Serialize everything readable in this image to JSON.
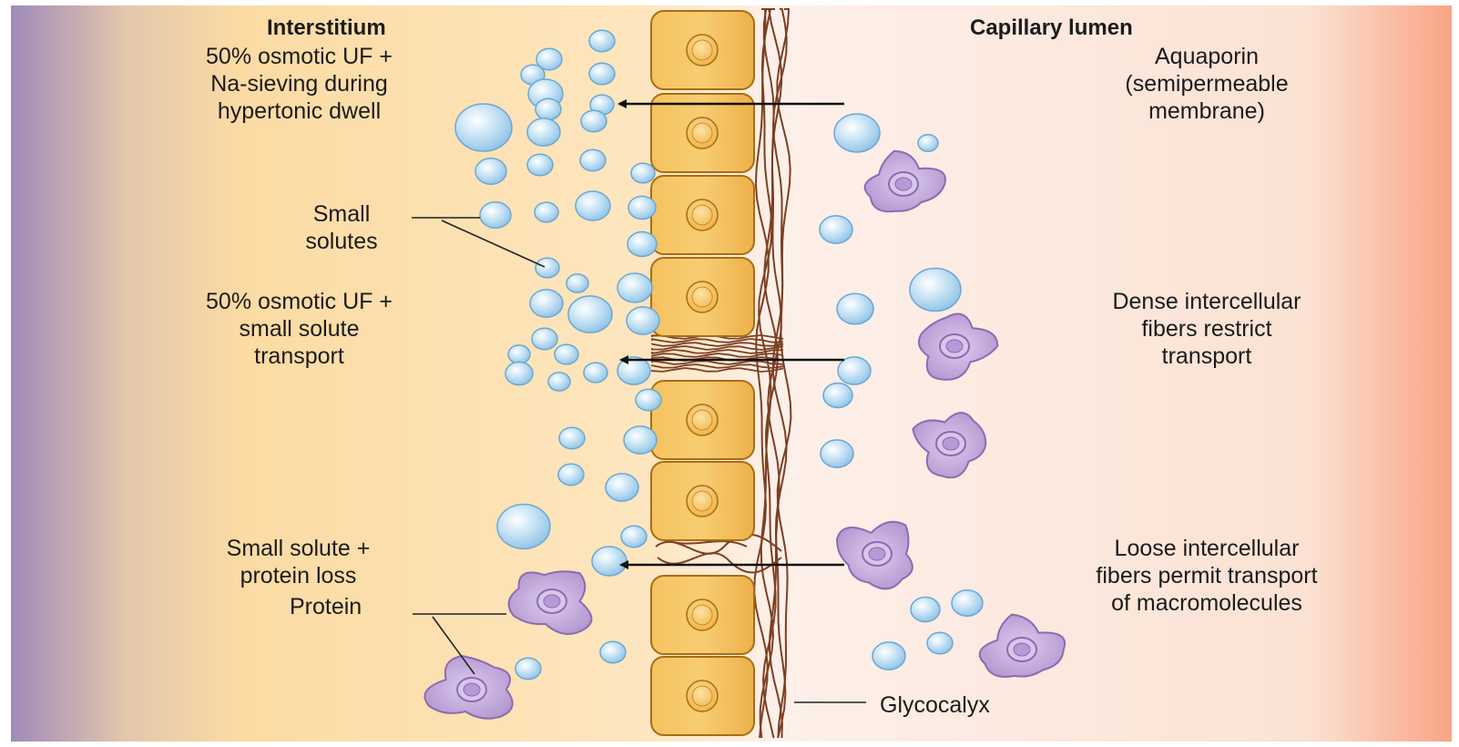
{
  "headers": {
    "left": "Interstitium",
    "right": "Capillary lumen"
  },
  "left_labels": {
    "top": [
      "50% osmotic UF +",
      "Na-sieving during",
      "hypertonic dwell"
    ],
    "small_solutes": [
      "Small",
      "solutes"
    ],
    "middle": [
      "50% osmotic UF +",
      "small solute",
      "transport"
    ],
    "bottom": [
      "Small solute +",
      "protein loss"
    ],
    "protein": "Protein"
  },
  "right_labels": {
    "aquaporin": [
      "Aquaporin",
      "(semipermeable",
      "membrane)"
    ],
    "dense": [
      "Dense intercellular",
      "fibers restrict",
      "transport"
    ],
    "loose": [
      "Loose intercellular",
      "fibers permit transport",
      "of macromolecules"
    ],
    "glycocalyx": "Glycocalyx"
  },
  "colors": {
    "left_edge": "#a58fba",
    "interstitium": "#fbdca6",
    "lumen": "#fbece6",
    "right_edge": "#f9a585",
    "cell_fill": "#f2b84c",
    "cell_stroke": "#a86d14",
    "fiber": "#7c3f22",
    "solute": "#a9d4ef",
    "protein": "#c3a7d8"
  },
  "icons": {
    "solute": "circle-bubble",
    "protein": "purple-blob-cell",
    "endothelial_cell": "rounded-rect-cell-with-nucleus",
    "arrow": "left-arrow"
  }
}
